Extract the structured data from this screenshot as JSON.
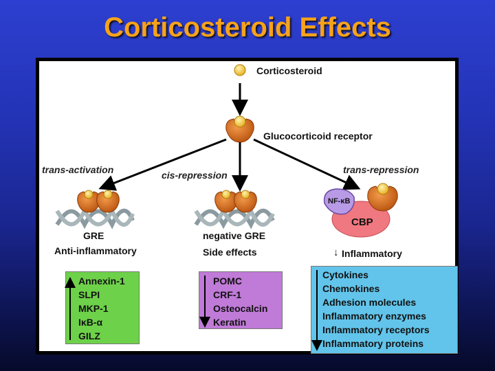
{
  "slide": {
    "title": "Corticosteroid Effects"
  },
  "diagram": {
    "corticosteroid": "Corticosteroid",
    "receptor": "Glucocorticoid receptor",
    "paths": {
      "trans_activation": "trans-activation",
      "cis_repression": "cis-repression",
      "trans_repression": "trans-repression"
    },
    "left": {
      "site": "GRE",
      "effect": "Anti-inflammatory",
      "items": [
        "Annexin-1",
        "SLPI",
        "MKP-1",
        "IκB-α",
        "GILZ"
      ],
      "arrow": "up"
    },
    "middle": {
      "site": "negative GRE",
      "effect": "Side effects",
      "items": [
        "POMC",
        "CRF-1",
        "Osteocalcin",
        "Keratin"
      ],
      "arrow": "down"
    },
    "right": {
      "nfkb": "NF-κB",
      "cbp": "CBP",
      "effect": "Inflammatory",
      "effect_arrow": "↓",
      "items": [
        "Cytokines",
        "Chemokines",
        "Adhesion molecules",
        "Inflammatory enzymes",
        "Inflammatory receptors",
        "Inflammatory proteins"
      ],
      "arrow": "down"
    },
    "colors": {
      "title": "#f7a21b",
      "receptor": "#d0661a",
      "ligand": "#f4c542",
      "dna": "#8a9aa0",
      "green_box": "#6ed14a",
      "purple_box": "#c07ad8",
      "blue_box": "#62c4ea",
      "cbp": "#f07880",
      "nfkb": "#b89ae6"
    }
  }
}
